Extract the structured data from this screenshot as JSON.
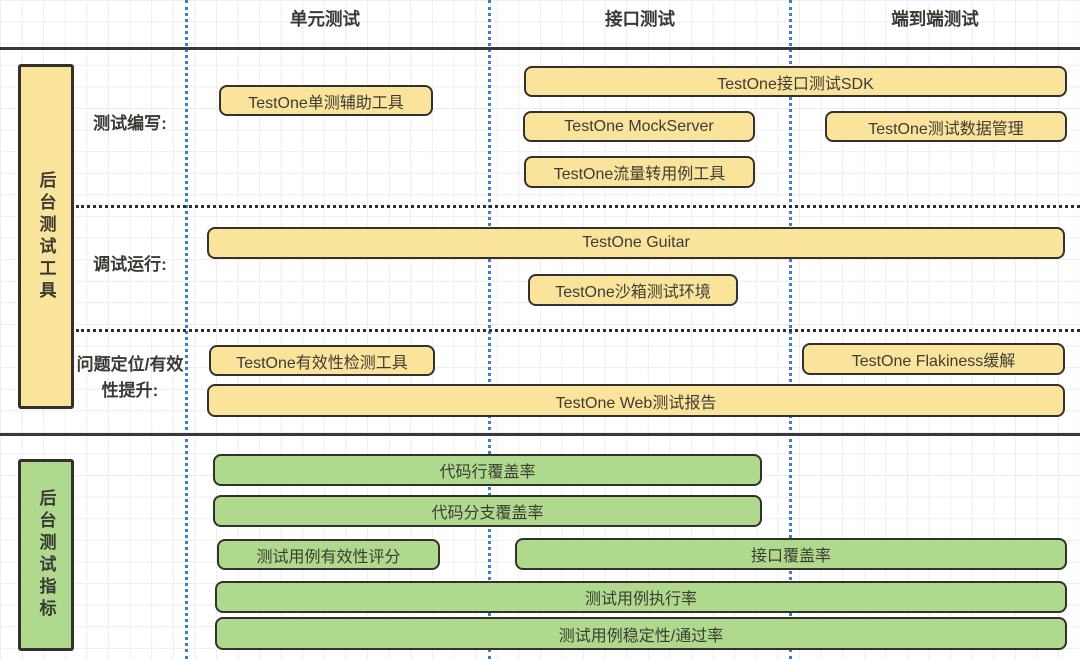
{
  "header": {
    "columns": [
      {
        "label": "单元测试"
      },
      {
        "label": "接口测试"
      },
      {
        "label": "端到端测试"
      }
    ]
  },
  "tools": {
    "sidebar_label": "后台测试工具",
    "rows": [
      {
        "label": "测试编写:",
        "boxes": [
          {
            "label": "TestOne单测辅助工具"
          },
          {
            "label": "TestOne接口测试SDK"
          },
          {
            "label": "TestOne MockServer"
          },
          {
            "label": "TestOne测试数据管理"
          },
          {
            "label": "TestOne流量转用例工具"
          }
        ]
      },
      {
        "label": "调试运行:",
        "boxes": [
          {
            "label": "TestOne Guitar"
          },
          {
            "label": "TestOne沙箱测试环境"
          }
        ]
      },
      {
        "label": "问题定位/有效性提升:",
        "boxes": [
          {
            "label": "TestOne有效性检测工具"
          },
          {
            "label": "TestOne Flakiness缓解"
          },
          {
            "label": "TestOne Web测试报告"
          }
        ]
      }
    ]
  },
  "metrics": {
    "sidebar_label": "后台测试指标",
    "boxes": [
      {
        "label": "代码行覆盖率"
      },
      {
        "label": "代码分支覆盖率"
      },
      {
        "label": "测试用例有效性评分"
      },
      {
        "label": "接口覆盖率"
      },
      {
        "label": "测试用例执行率"
      },
      {
        "label": "测试用例稳定性/通过率"
      }
    ]
  },
  "colors": {
    "tool_fill": "#FAE49B",
    "metric_fill": "#AFD98D",
    "box_border": "#32312C",
    "text": "#3D3C37",
    "guide_blue": "#3E7EC6",
    "line_dark": "#3A3938"
  }
}
